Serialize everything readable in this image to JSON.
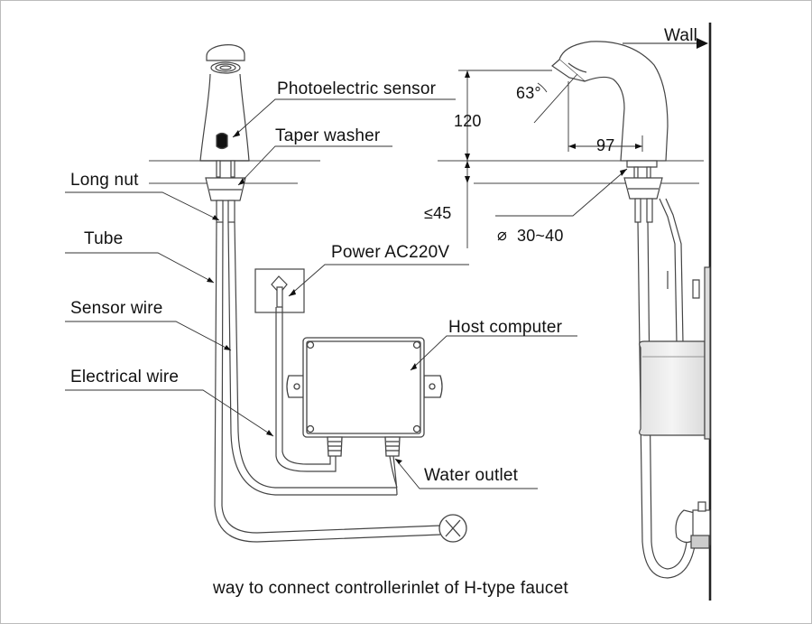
{
  "labels": {
    "photoelectric_sensor": "Photoelectric sensor",
    "taper_washer": "Taper washer",
    "long_nut": "Long nut",
    "tube": "Tube",
    "power": "Power AC220V",
    "sensor_wire": "Sensor wire",
    "host_computer": "Host computer",
    "electrical_wire": "Electrical wire",
    "water_outlet": "Water outlet",
    "wall": "Wall"
  },
  "dimensions": {
    "angle": "63°",
    "height": "120",
    "reach": "97",
    "max_thickness": "≤45",
    "hole_diameter": "30~40",
    "diameter_symbol": "⌀"
  },
  "caption": "way to connect controllerinlet of H-type faucet",
  "colors": {
    "line": "#444444",
    "text": "#111111",
    "panel": "#e6e6e6",
    "background": "#ffffff"
  }
}
